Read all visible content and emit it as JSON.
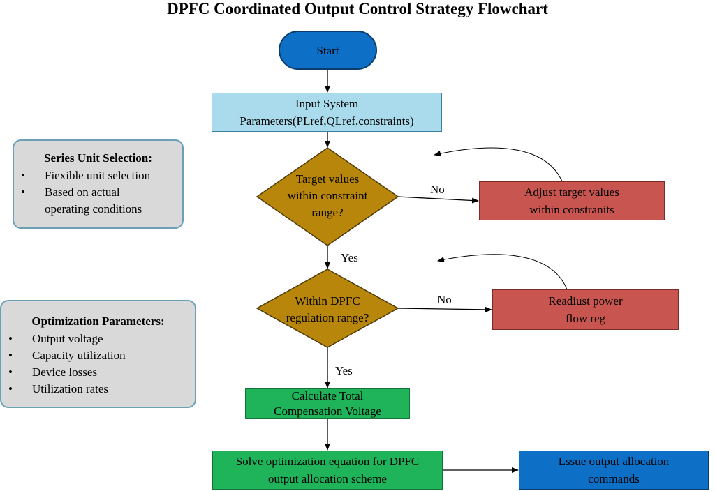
{
  "title": "DPFC Coordinated Output Control Strategy Flowchart",
  "nodes": {
    "start": "Start",
    "input": [
      "Input System",
      "Parameters(PLref,QLref,constraints)"
    ],
    "decision1": [
      "Target values",
      "within constraint",
      "range?"
    ],
    "adjust": [
      "Adjust target values",
      "within constranits"
    ],
    "decision2": [
      "Within DPFC",
      "regulation range?"
    ],
    "readjust": [
      "Readiust power",
      "flow reg"
    ],
    "calc": [
      "Calculate Total",
      "Compensation Voltage"
    ],
    "solve": [
      "Solve optimization equation for DPFC",
      "output allocation scheme"
    ],
    "issue": [
      "Lssue output allocation",
      "commands"
    ]
  },
  "edge_labels": {
    "no1": "No",
    "yes1": "Yes",
    "no2": "No",
    "yes2": "Yes"
  },
  "panels": {
    "series": {
      "title": "Series Unit Selection:",
      "bullet": "•",
      "items": [
        "Fiexible unit selection",
        "Based on actual",
        "operating conditions"
      ]
    },
    "optimization": {
      "title": "Optimization Parameters:",
      "bullet": "•",
      "items": [
        "Output voltage",
        "Capacity utilization",
        "Device losses",
        "Utilization rates"
      ]
    }
  },
  "colors": {
    "start_fill": "#0e6fc6",
    "input_fill": "#a9dbec",
    "decision_fill": "#b8860b",
    "adjust_fill": "#c8554f",
    "process_green": "#1fb35a",
    "issue_fill": "#0e6fc6",
    "panel_fill": "#d9d9d9",
    "panel_border": "#6aa0b4"
  }
}
